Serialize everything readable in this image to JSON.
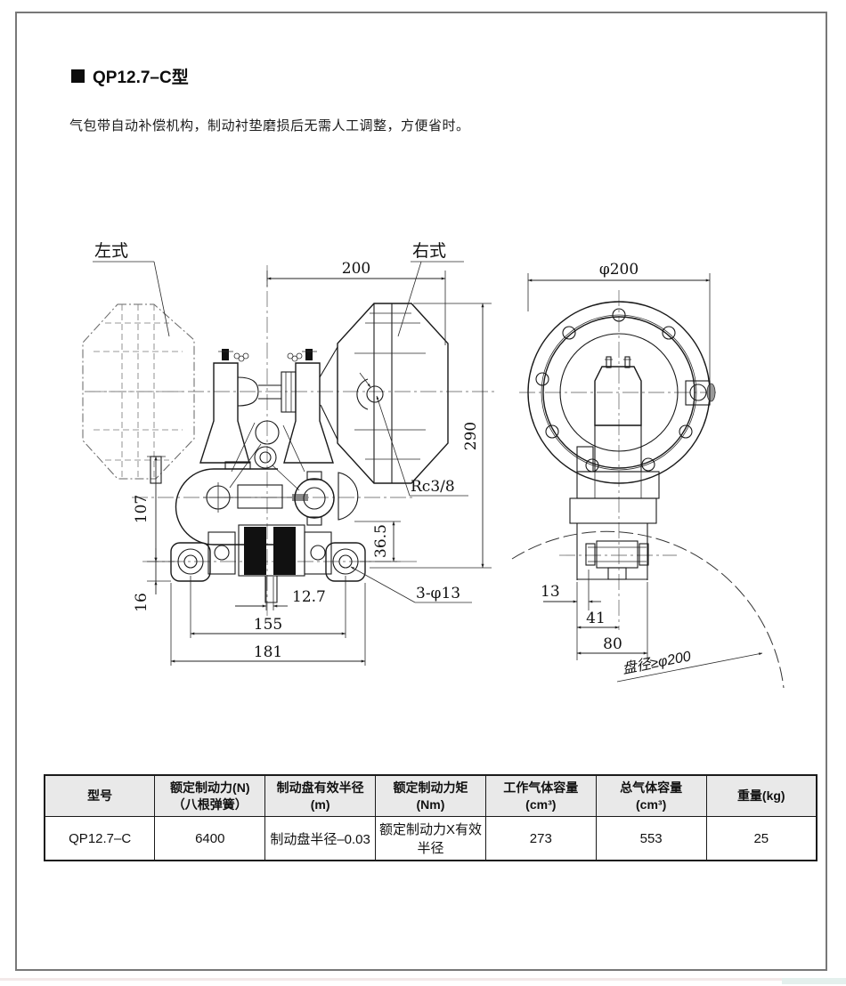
{
  "page": {
    "title": "QP12.7–C型",
    "description": "气包带自动补偿机构，制动衬垫磨损后无需人工调整，方便省时。"
  },
  "drawing": {
    "front_view": {
      "label_left_type": "左式",
      "label_right_type": "右式",
      "dim_chamber_offset": "200",
      "dim_overall_height": "290",
      "dim_mount_height": "107",
      "dim_base_thickness": "16",
      "dim_pad_to_mount": "36.5",
      "dim_disc_slot": "12.7",
      "dim_hole_spacing": "155",
      "dim_overall_width": "181",
      "note_mount_holes": "3-φ13",
      "note_air_port": "Rc3/8"
    },
    "side_view": {
      "dim_flange_diameter": "φ200",
      "dim_bracket_offset": "13",
      "dim_center_offset": "41",
      "dim_overall_depth": "80",
      "note_disc_diameter": "盘径≥φ200"
    }
  },
  "spec_table": {
    "headers": [
      "型号",
      "额定制动力(N)\n（八根弹簧）",
      "制动盘有效半径\n(m)",
      "额定制动力矩\n(Nm)",
      "工作气体容量\n(cm³)",
      "总气体容量\n(cm³)",
      "重量(kg)"
    ],
    "rows": [
      [
        "QP12.7–C",
        "6400",
        "制动盘半径–0.03",
        "额定制动力X有效半径",
        "273",
        "553",
        "25"
      ]
    ]
  }
}
